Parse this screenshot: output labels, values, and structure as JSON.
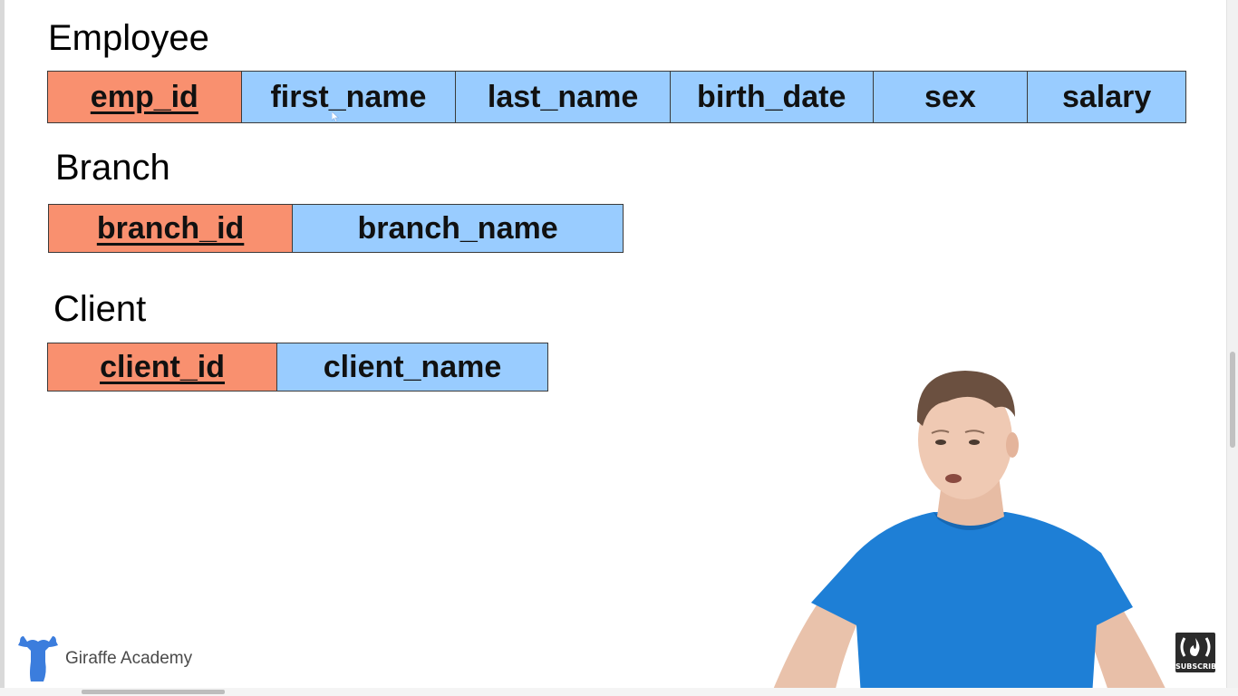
{
  "tables": {
    "employee": {
      "title": "Employee",
      "columns": [
        {
          "name": "emp_id",
          "primary_key": true
        },
        {
          "name": "first_name",
          "primary_key": false
        },
        {
          "name": "last_name",
          "primary_key": false
        },
        {
          "name": "birth_date",
          "primary_key": false
        },
        {
          "name": "sex",
          "primary_key": false
        },
        {
          "name": "salary",
          "primary_key": false
        }
      ]
    },
    "branch": {
      "title": "Branch",
      "columns": [
        {
          "name": "branch_id",
          "primary_key": true
        },
        {
          "name": "branch_name",
          "primary_key": false
        }
      ]
    },
    "client": {
      "title": "Client",
      "columns": [
        {
          "name": "client_id",
          "primary_key": true
        },
        {
          "name": "client_name",
          "primary_key": false
        }
      ]
    }
  },
  "colors": {
    "primary_key_fill": "#f9906f",
    "column_fill": "#99ccff",
    "border": "#3a3a3a",
    "logo_blue": "#3b7ddd"
  },
  "branding": {
    "logo_text": "Giraffe Academy",
    "subscribe_label": "SUBSCRIBE"
  },
  "icons": {
    "logo": "giraffe-icon",
    "subscribe": "freecodecamp-flame-icon",
    "cursor": "mouse-pointer-icon"
  }
}
